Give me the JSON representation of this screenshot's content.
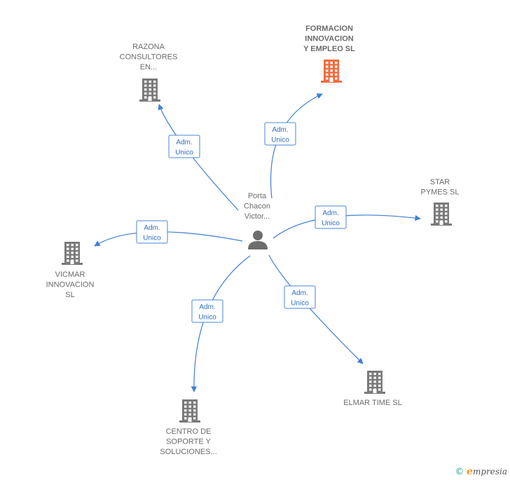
{
  "colors": {
    "edge": "#3f7fd6",
    "building": "#7a7a7a",
    "building_highlight": "#f26a3d",
    "person": "#6d6d6d",
    "label": "#6b6b6b"
  },
  "center": {
    "icon": "person-icon",
    "label_lines": [
      "Porta",
      "Chacon",
      "Victor..."
    ]
  },
  "companies": [
    {
      "id": "formacion",
      "icon": "building-icon",
      "highlight": true,
      "label_lines": [
        "FORMACION",
        "INNOVACION",
        "Y EMPLEO  SL"
      ]
    },
    {
      "id": "razona",
      "icon": "building-icon",
      "highlight": false,
      "label_lines": [
        "RAZONA",
        "CONSULTORES",
        "EN..."
      ]
    },
    {
      "id": "star",
      "icon": "building-icon",
      "highlight": false,
      "label_lines": [
        "STAR",
        "PYMES  SL"
      ]
    },
    {
      "id": "vicmar",
      "icon": "building-icon",
      "highlight": false,
      "label_lines": [
        "VICMAR",
        "INNOVACION",
        "SL"
      ]
    },
    {
      "id": "centro",
      "icon": "building-icon",
      "highlight": false,
      "label_lines": [
        "CENTRO DE",
        "SOPORTE Y",
        "SOLUCIONES..."
      ]
    },
    {
      "id": "elmar",
      "icon": "building-icon",
      "highlight": false,
      "label_lines": [
        "ELMAR TIME SL"
      ]
    }
  ],
  "relations": [
    {
      "to": "formacion",
      "label_lines": [
        "Adm.",
        "Unico"
      ]
    },
    {
      "to": "razona",
      "label_lines": [
        "Adm.",
        "Unico"
      ]
    },
    {
      "to": "star",
      "label_lines": [
        "Adm.",
        "Unico"
      ]
    },
    {
      "to": "vicmar",
      "label_lines": [
        "Adm.",
        "Unico"
      ]
    },
    {
      "to": "centro",
      "label_lines": [
        "Adm.",
        "Unico"
      ]
    },
    {
      "to": "elmar",
      "label_lines": [
        "Adm.",
        "Unico"
      ]
    }
  ],
  "footer": {
    "copyright": "©",
    "brand_initial": "e",
    "brand_rest": "mpresia"
  }
}
